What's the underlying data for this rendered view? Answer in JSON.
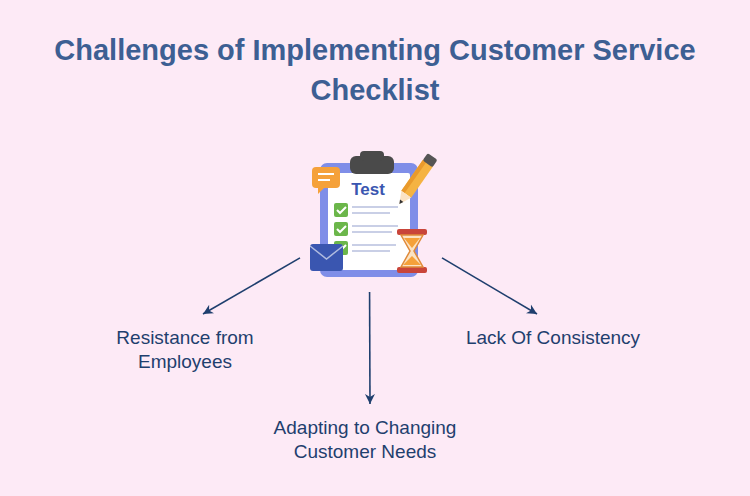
{
  "diagram": {
    "title": "Challenges of Implementing Customer Service Checklist",
    "nodes": [
      {
        "text": [
          "Test"
        ]
      },
      {
        "text": [
          "Resistance from Employees"
        ]
      },
      {
        "text": [
          "Adapting to Changing Customer Needs"
        ]
      },
      {
        "text": [
          "Lack Of Consistency"
        ]
      }
    ],
    "edges": [
      {
        "from": 0,
        "to": 1,
        "arrow": "to"
      },
      {
        "from": 0,
        "to": 2,
        "arrow": "to"
      },
      {
        "from": 0,
        "to": 3,
        "arrow": "to"
      }
    ]
  }
}
